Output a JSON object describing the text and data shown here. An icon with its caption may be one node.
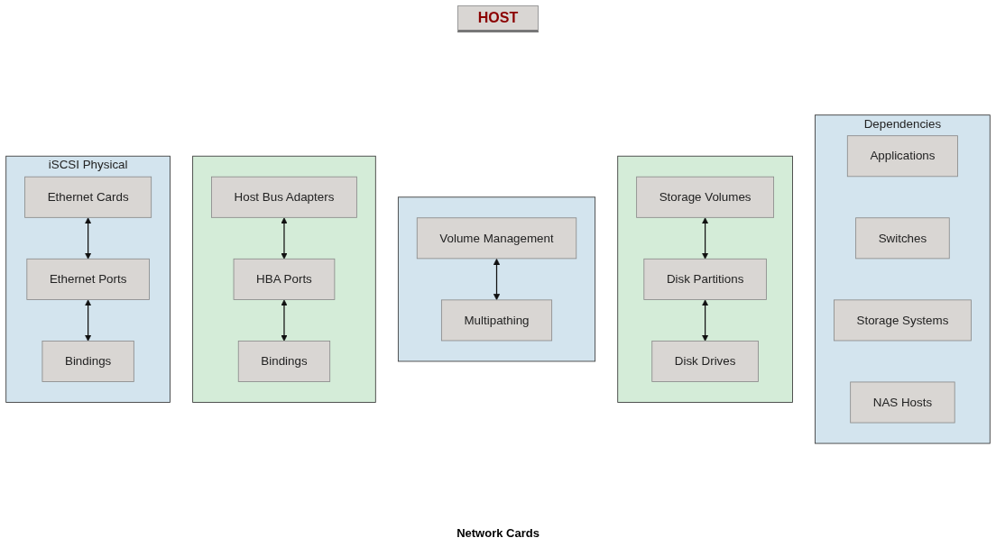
{
  "diagram": {
    "title": "HOST",
    "caption": "Network Cards",
    "nodes": [
      {
        "text": [
          "iSCSI Physical"
        ]
      },
      {
        "text": [
          "Ethernet Cards"
        ],
        "in": 0
      },
      {
        "text": [
          "Ethernet Ports"
        ],
        "in": 0
      },
      {
        "text": [
          "Bindings"
        ],
        "in": 0
      },
      {
        "text": [],
        "shape": "box"
      },
      {
        "text": [
          "Host Bus Adapters"
        ],
        "in": 4
      },
      {
        "text": [
          "HBA Ports"
        ],
        "in": 4
      },
      {
        "text": [
          "Bindings"
        ],
        "in": 4
      },
      {
        "text": [],
        "shape": "box"
      },
      {
        "text": [
          "Volume Management"
        ],
        "in": 8
      },
      {
        "text": [
          "Multipathing"
        ],
        "in": 8
      },
      {
        "text": [],
        "shape": "box"
      },
      {
        "text": [
          "Storage Volumes"
        ],
        "in": 11
      },
      {
        "text": [
          "Disk Partitions"
        ],
        "in": 11
      },
      {
        "text": [
          "Disk Drives"
        ],
        "in": 11
      },
      {
        "text": [
          "Dependencies"
        ]
      },
      {
        "text": [
          "Applications"
        ],
        "in": 15
      },
      {
        "text": [
          "Switches"
        ],
        "in": 15
      },
      {
        "text": [
          "Storage Systems"
        ],
        "in": 15
      },
      {
        "text": [
          "NAS Hosts"
        ],
        "in": 15
      }
    ],
    "edges": [
      {
        "from": 1,
        "to": 2,
        "arrow": "both"
      },
      {
        "from": 2,
        "to": 3,
        "arrow": "both"
      },
      {
        "from": 5,
        "to": 6,
        "arrow": "both"
      },
      {
        "from": 6,
        "to": 7,
        "arrow": "both"
      },
      {
        "from": 9,
        "to": 10,
        "arrow": "both"
      },
      {
        "from": 12,
        "to": 13,
        "arrow": "both"
      },
      {
        "from": 13,
        "to": 14,
        "arrow": "both"
      }
    ]
  }
}
